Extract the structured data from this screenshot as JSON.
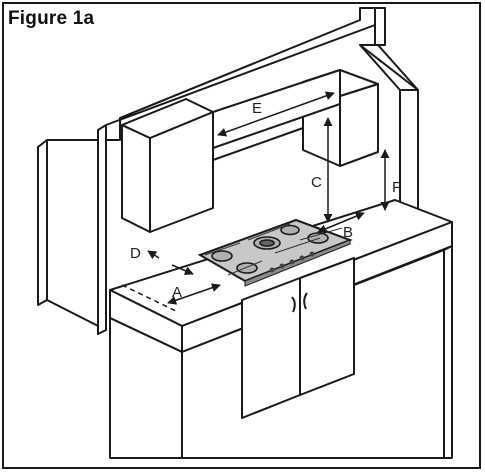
{
  "figure": {
    "title": "Figure 1a"
  },
  "dimension_labels": {
    "a": "A",
    "b": "B",
    "c": "C",
    "d": "D",
    "e": "E",
    "f": "F"
  },
  "colors": {
    "line": "#1a1a1a",
    "hob": "#c8c8c8",
    "hob_dark": "#8a8a8a",
    "background": "#ffffff"
  }
}
